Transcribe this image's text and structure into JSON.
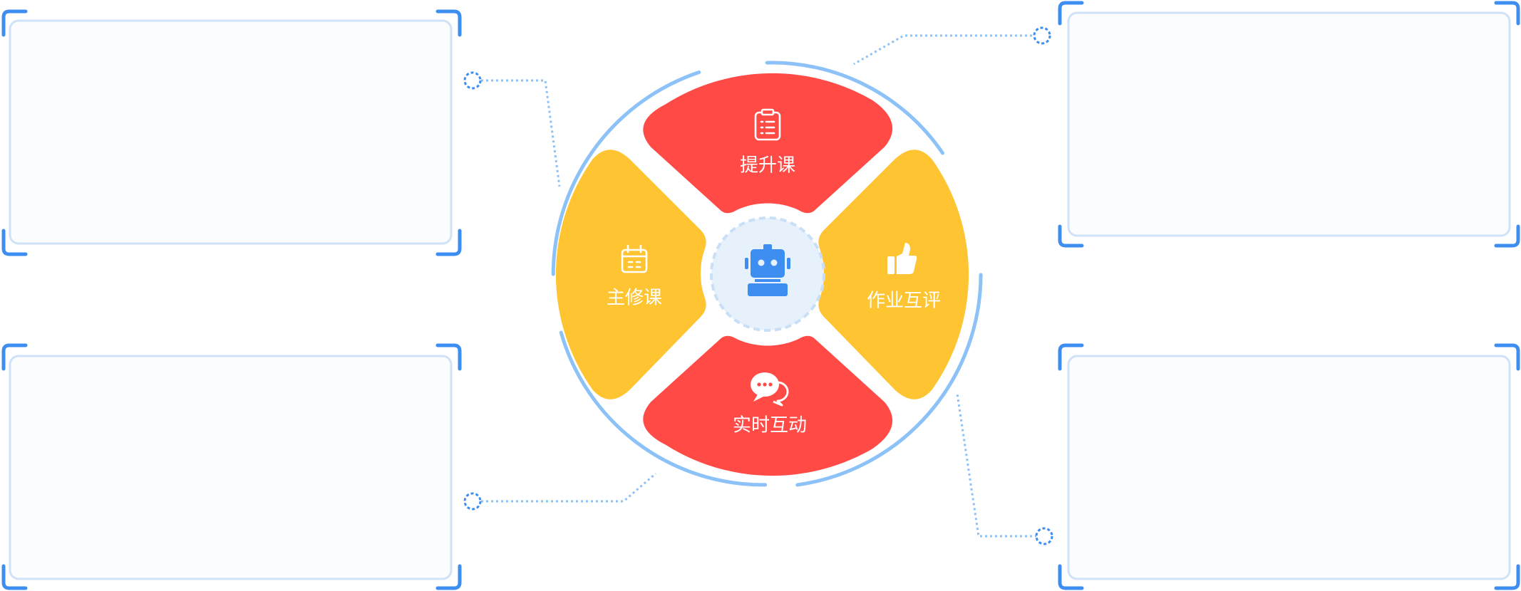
{
  "colors": {
    "red_segment": "#FF4A46",
    "yellow_segment": "#FFC432",
    "accent_blue": "#3D8EF0",
    "ring_blue": "#8CC2F7",
    "panel_fill": "#FAFCFE",
    "panel_border": "#CFE2F7",
    "hub_fill": "#E6F1FC",
    "white": "#FFFFFF"
  },
  "segments": {
    "top": {
      "label": "提升课",
      "icon": "clipboard-list-icon"
    },
    "left": {
      "label": "主修课",
      "icon": "calendar-icon"
    },
    "right": {
      "label": "作业互评",
      "icon": "thumbs-up-icon"
    },
    "bottom": {
      "label": "实时互动",
      "icon": "chat-bubbles-icon"
    }
  },
  "hub": {
    "icon": "robot-icon"
  },
  "panels": [
    {
      "id": "top-left",
      "text": ""
    },
    {
      "id": "bottom-left",
      "text": ""
    },
    {
      "id": "top-right",
      "text": ""
    },
    {
      "id": "bottom-right",
      "text": ""
    }
  ]
}
